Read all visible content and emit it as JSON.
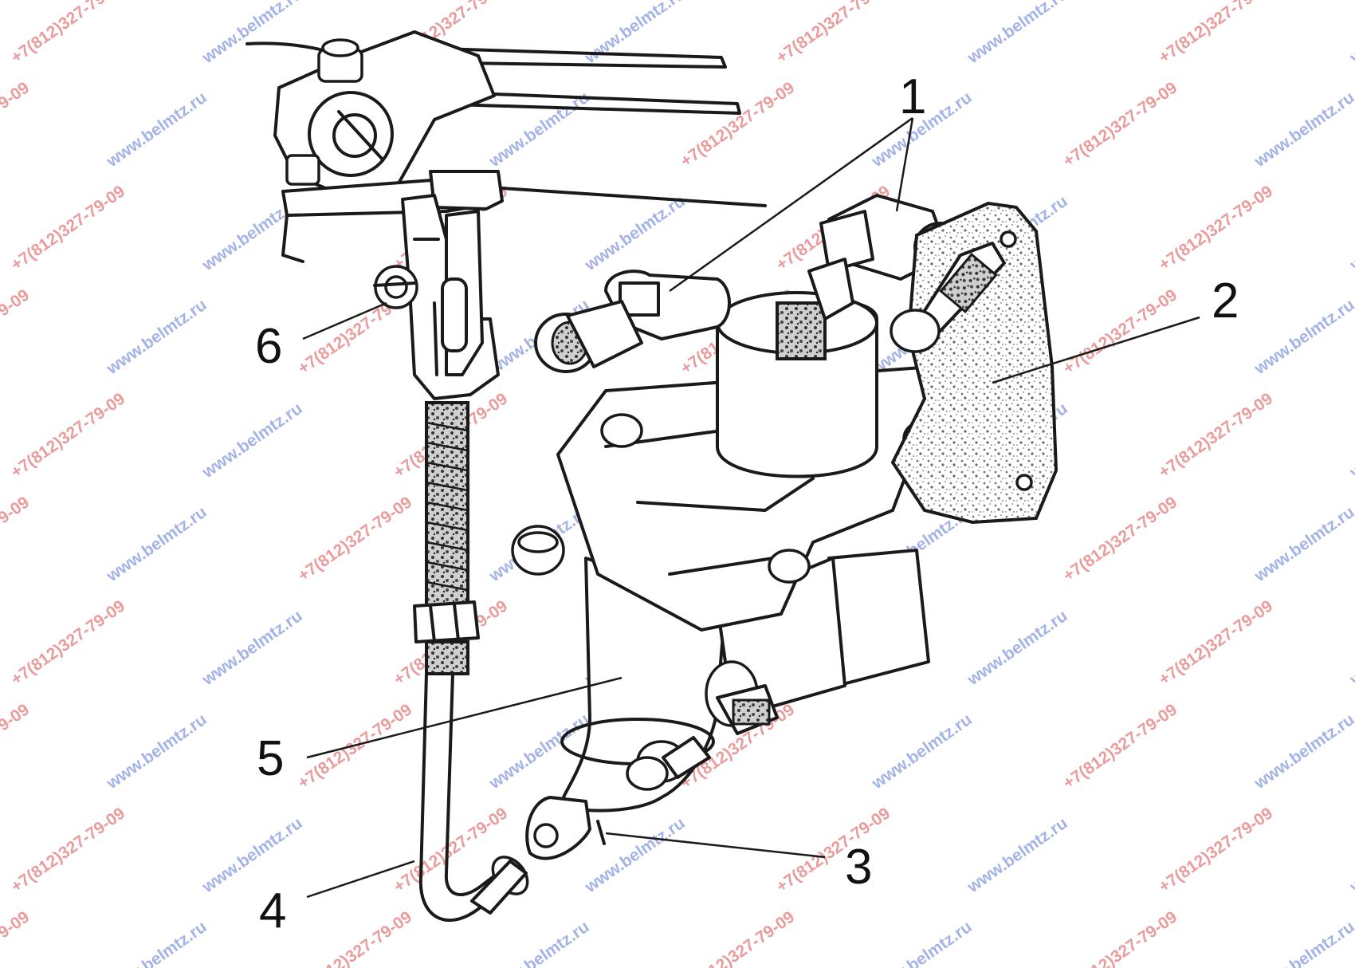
{
  "callouts": [
    {
      "id": "1",
      "label": "1"
    },
    {
      "id": "2",
      "label": "2"
    },
    {
      "id": "3",
      "label": "3"
    },
    {
      "id": "4",
      "label": "4"
    },
    {
      "id": "5",
      "label": "5"
    },
    {
      "id": "6",
      "label": "6"
    }
  ],
  "watermarks": {
    "phone": "+7(812)327-79-09",
    "site": "www.belmtz.ru",
    "phone_color": "#d73a3a",
    "site_color": "#4a6ad0"
  },
  "colors": {
    "line": "#1a1a1a",
    "background": "#ffffff",
    "plate_texture": "#7a7a7a"
  }
}
